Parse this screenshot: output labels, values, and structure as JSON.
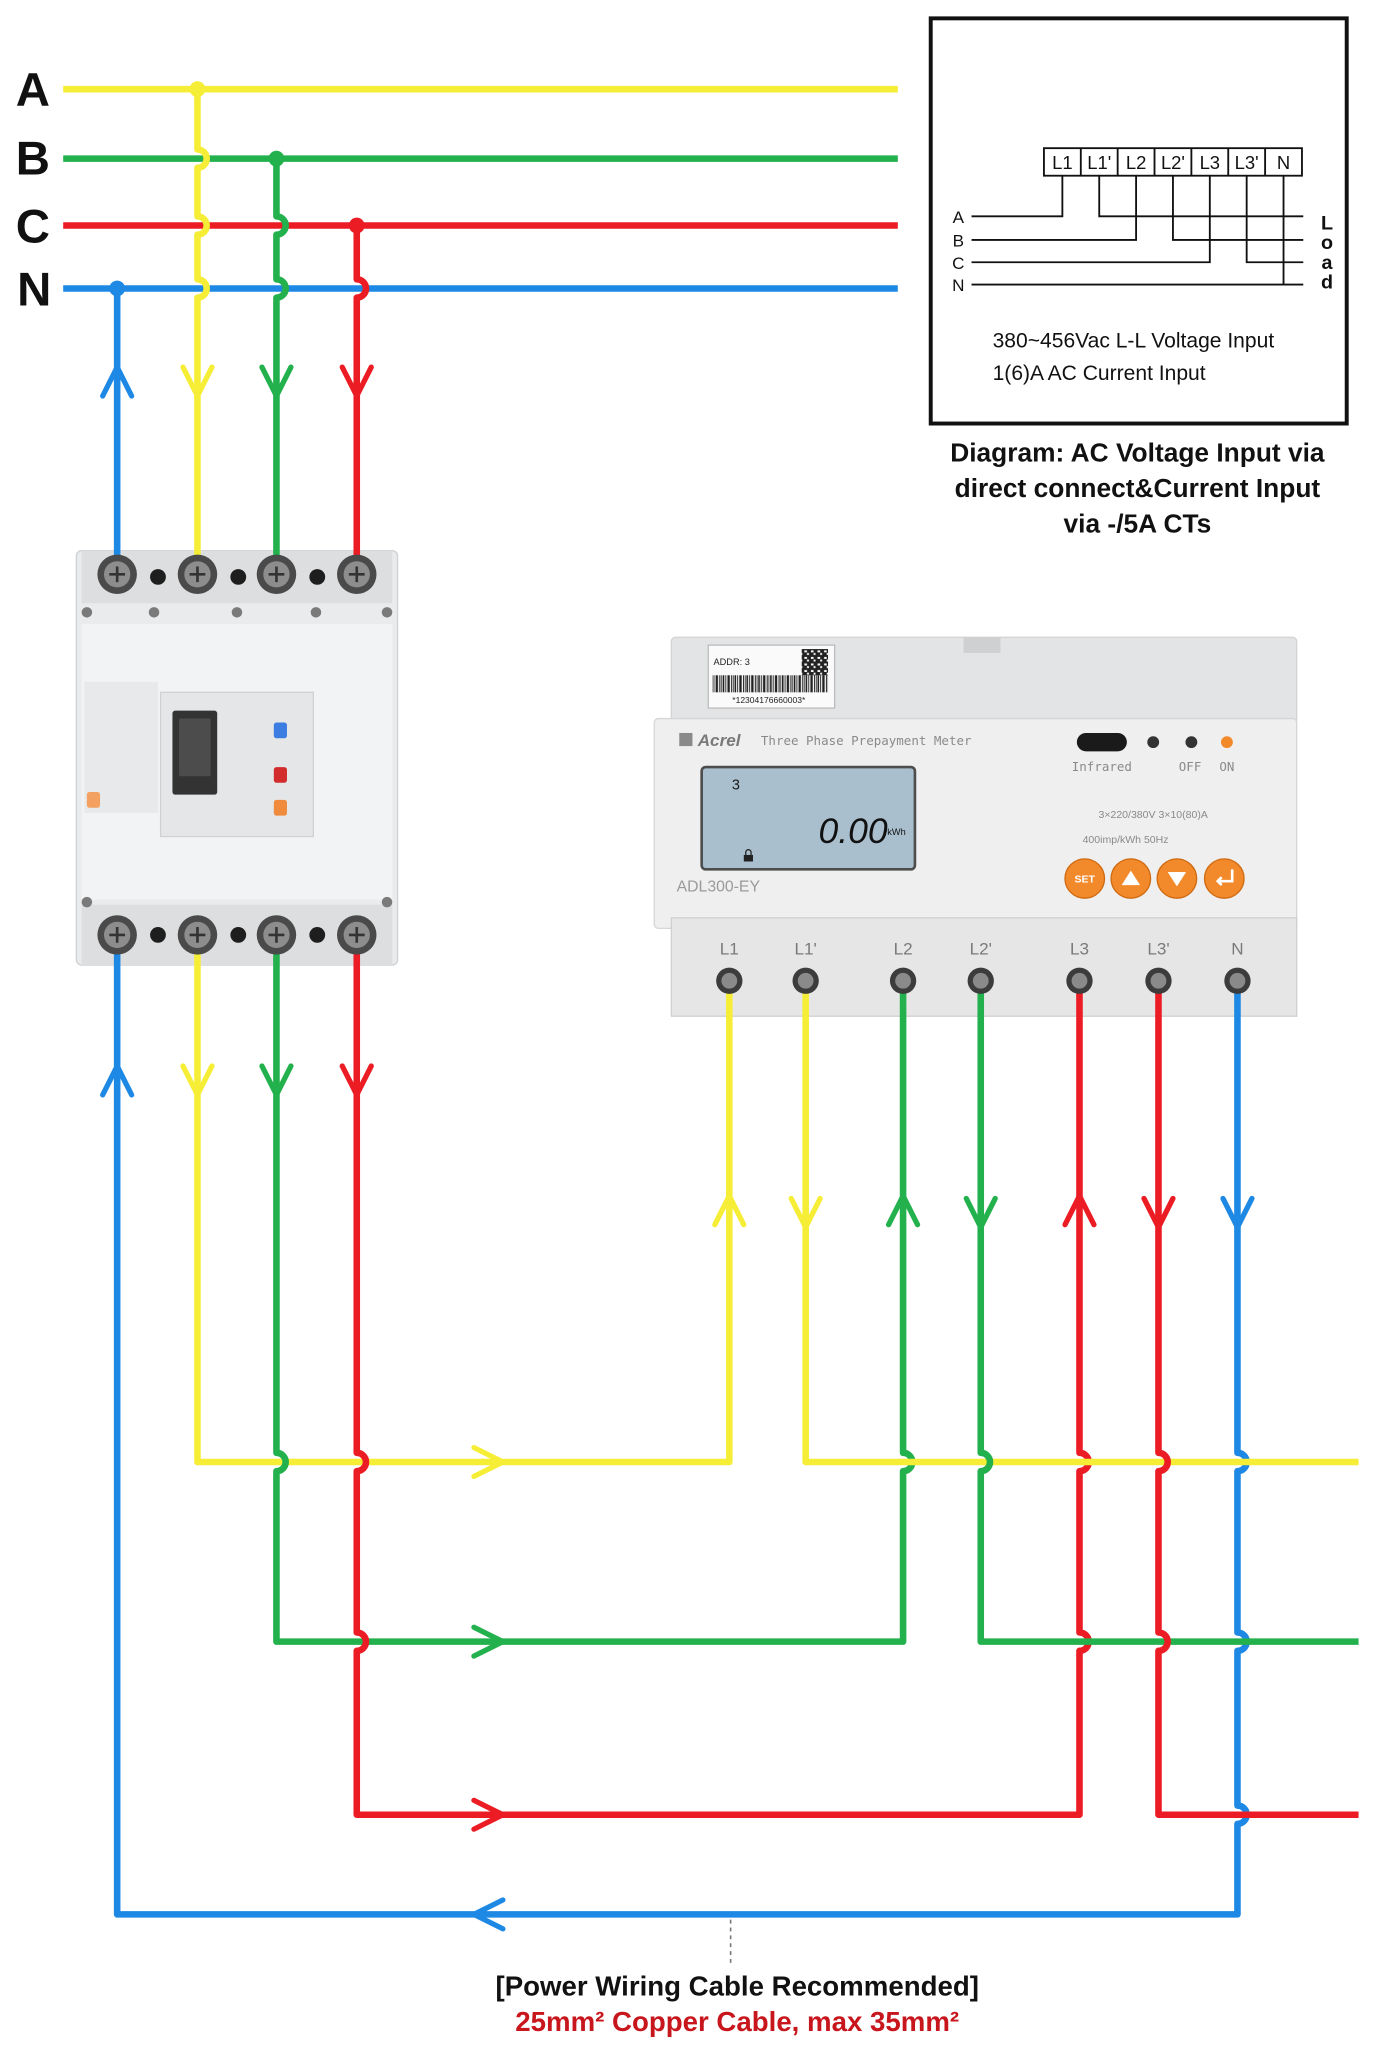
{
  "bus": {
    "labels": {
      "a": "A",
      "b": "B",
      "c": "C",
      "n": "N"
    }
  },
  "colors": {
    "phase_a": "#f6ee36",
    "phase_b": "#22b14c",
    "phase_c": "#ec1c24",
    "neutral": "#1e88e5",
    "meter_button": "#f28a2c",
    "footer_spec": "#c8161d"
  },
  "inset": {
    "terminals": [
      "L1",
      "L1'",
      "L2",
      "L2'",
      "L3",
      "L3'",
      "N"
    ],
    "line_labels": [
      "A",
      "B",
      "C",
      "N"
    ],
    "load_letters": [
      "L",
      "o",
      "a",
      "d"
    ],
    "voltage_text": "380~456Vac L-L Voltage Input",
    "current_text": "1(6)A AC Current Input"
  },
  "caption": [
    "Diagram: AC Voltage Input via",
    "direct connect&Current Input",
    "via -/5A CTs"
  ],
  "meter": {
    "addr": "ADDR: 3",
    "barcode": "*12304176660003*",
    "brand": "Acrel",
    "title": "Three Phase Prepayment Meter",
    "infrared": "Infrared",
    "off": "OFF",
    "on": "ON",
    "lcd_indicator": "3",
    "lcd_value": "0.00",
    "lcd_unit": "kWh",
    "rating_1": "3×220/380V 3×10(80)A",
    "rating_2": "400imp/kWh 50Hz",
    "set_button": "SET",
    "model": "ADL300-EY",
    "terminals": [
      "L1",
      "L1'",
      "L2",
      "L2'",
      "L3",
      "L3'",
      "N"
    ]
  },
  "footer": {
    "title": "[Power Wiring Cable Recommended]",
    "spec": "25mm² Copper Cable, max 35mm²"
  },
  "icons": [
    "chevron-arrow-icon",
    "arrow-up-icon",
    "arrow-down-icon",
    "enter-icon",
    "lock-icon",
    "qr-code-icon"
  ]
}
